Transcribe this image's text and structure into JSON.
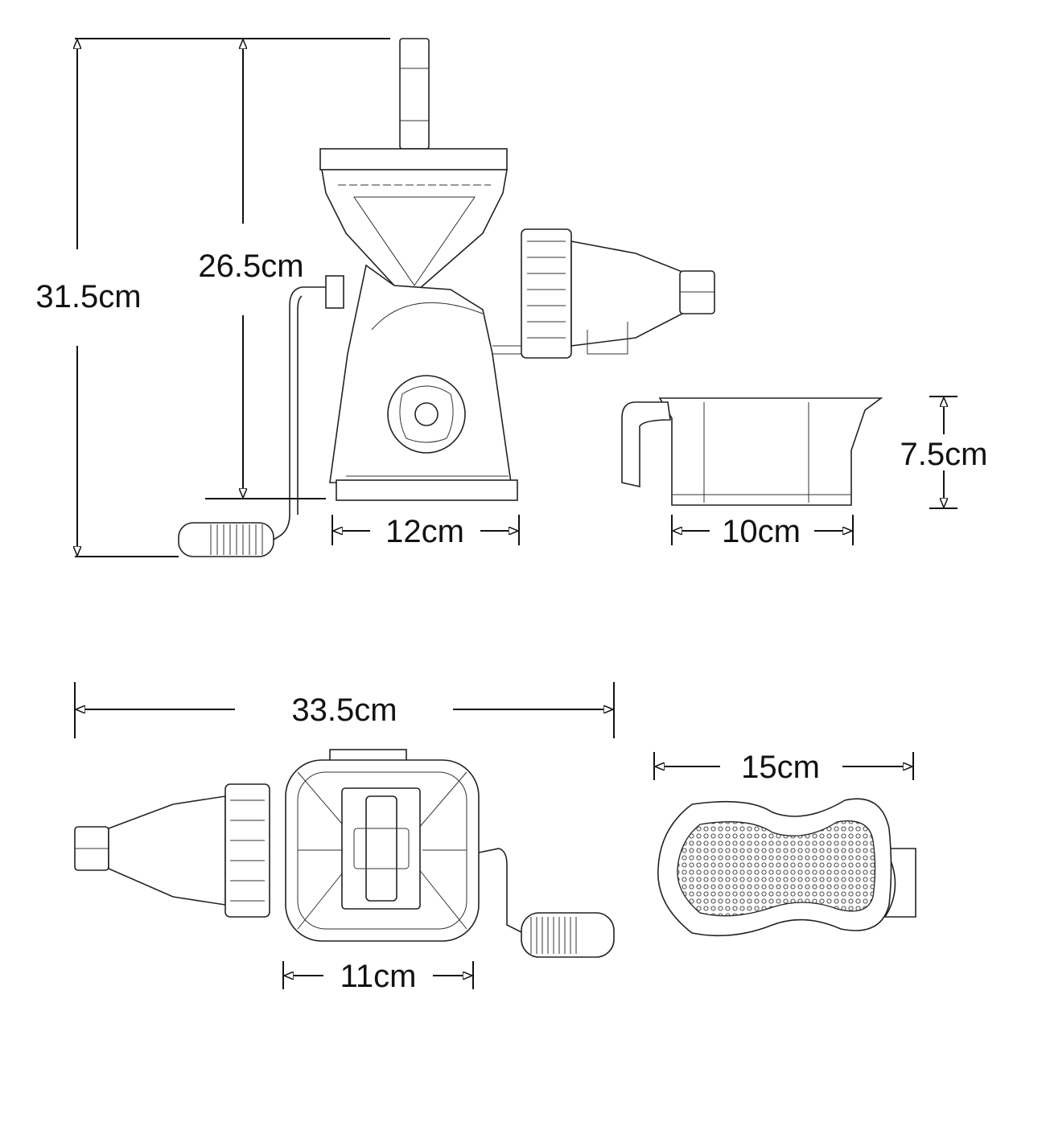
{
  "diagram": {
    "front_view": {
      "total_height": "31.5cm",
      "body_height": "26.5cm",
      "base_width": "12cm"
    },
    "cup": {
      "width": "10cm",
      "height": "7.5cm"
    },
    "top_view": {
      "total_length": "33.5cm",
      "body_width": "11cm"
    },
    "strainer": {
      "width": "15cm"
    }
  }
}
